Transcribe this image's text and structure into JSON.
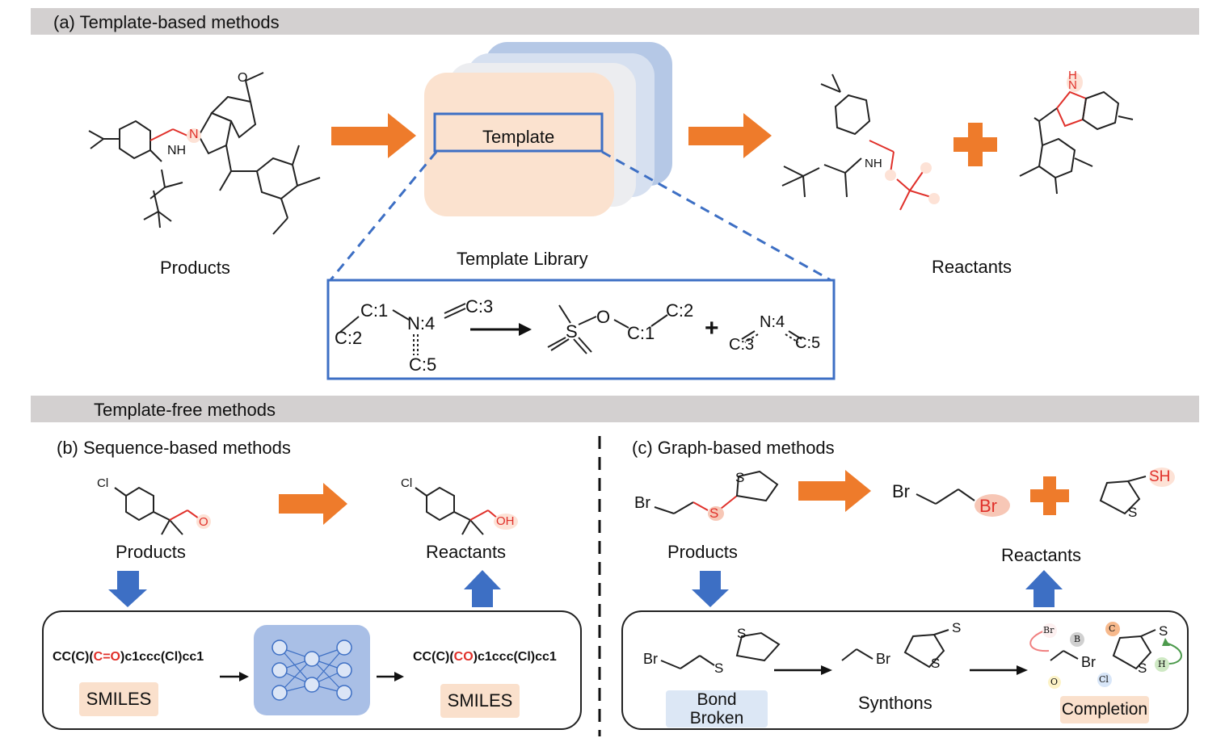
{
  "sections": {
    "a": {
      "title": "(a)   Template-based methods"
    },
    "free": {
      "title": "Template-free methods"
    },
    "b": {
      "title": "(b)   Sequence-based methods"
    },
    "c": {
      "title": "(c)   Graph-based methods"
    }
  },
  "panel_a": {
    "products_label": "Products",
    "template_box": "Template",
    "library_label": "Template Library",
    "reactants_label": "Reactants",
    "product_atoms": {
      "n": "N",
      "nh": "NH",
      "ome": "O"
    },
    "reactant_atoms": {
      "nh": "NH",
      "hn": "H\nN"
    },
    "template_rule": {
      "c1": "C:1",
      "c2": "C:2",
      "n4": "N:4",
      "c3": "C:3",
      "c5": "C:5",
      "r_c2": "C:2",
      "r_c1": "C:1",
      "r_s": "S",
      "r_o": "O",
      "r_n4": "N:4",
      "r_c3": "C:3",
      "r_c5": "C:5",
      "plus": "+"
    }
  },
  "panel_b": {
    "products_label": "Products",
    "reactants_label": "Reactants",
    "cl1": "Cl",
    "o1": "O",
    "cl2": "Cl",
    "oh": "OH",
    "smiles_in": {
      "pre": "CC(C)(",
      "hl": "C=O",
      "post": ")c1ccc(Cl)cc1"
    },
    "smiles_out": {
      "pre": "CC(C)(",
      "hl": "CO",
      "post": ")c1ccc(Cl)cc1"
    },
    "chip_left": "SMILES",
    "chip_right": "SMILES"
  },
  "panel_c": {
    "products_label": "Products",
    "reactants_label": "Reactants",
    "br1": "Br",
    "s1": "S",
    "s2": "S",
    "br2": "Br",
    "br3": "Br",
    "sh": "SH",
    "s3": "S",
    "bond_broken": "Bond\nBroken",
    "synthons": "Synthons",
    "completion": "Completion",
    "br4": "Br",
    "s4": "S",
    "br5": "Br",
    "s5": "S",
    "s6": "S",
    "tokens": {
      "br": "Br",
      "b": "B",
      "c": "C",
      "o": "O",
      "cl": "Cl",
      "h": "H",
      "br6": "Br",
      "s7": "S",
      "s8": "S"
    }
  },
  "colors": {
    "orange": "#ee7b2b",
    "blue": "#3d6fc4",
    "red": "#e0302a",
    "peach": "#fae0cc",
    "lightblue": "#dce7f5"
  }
}
